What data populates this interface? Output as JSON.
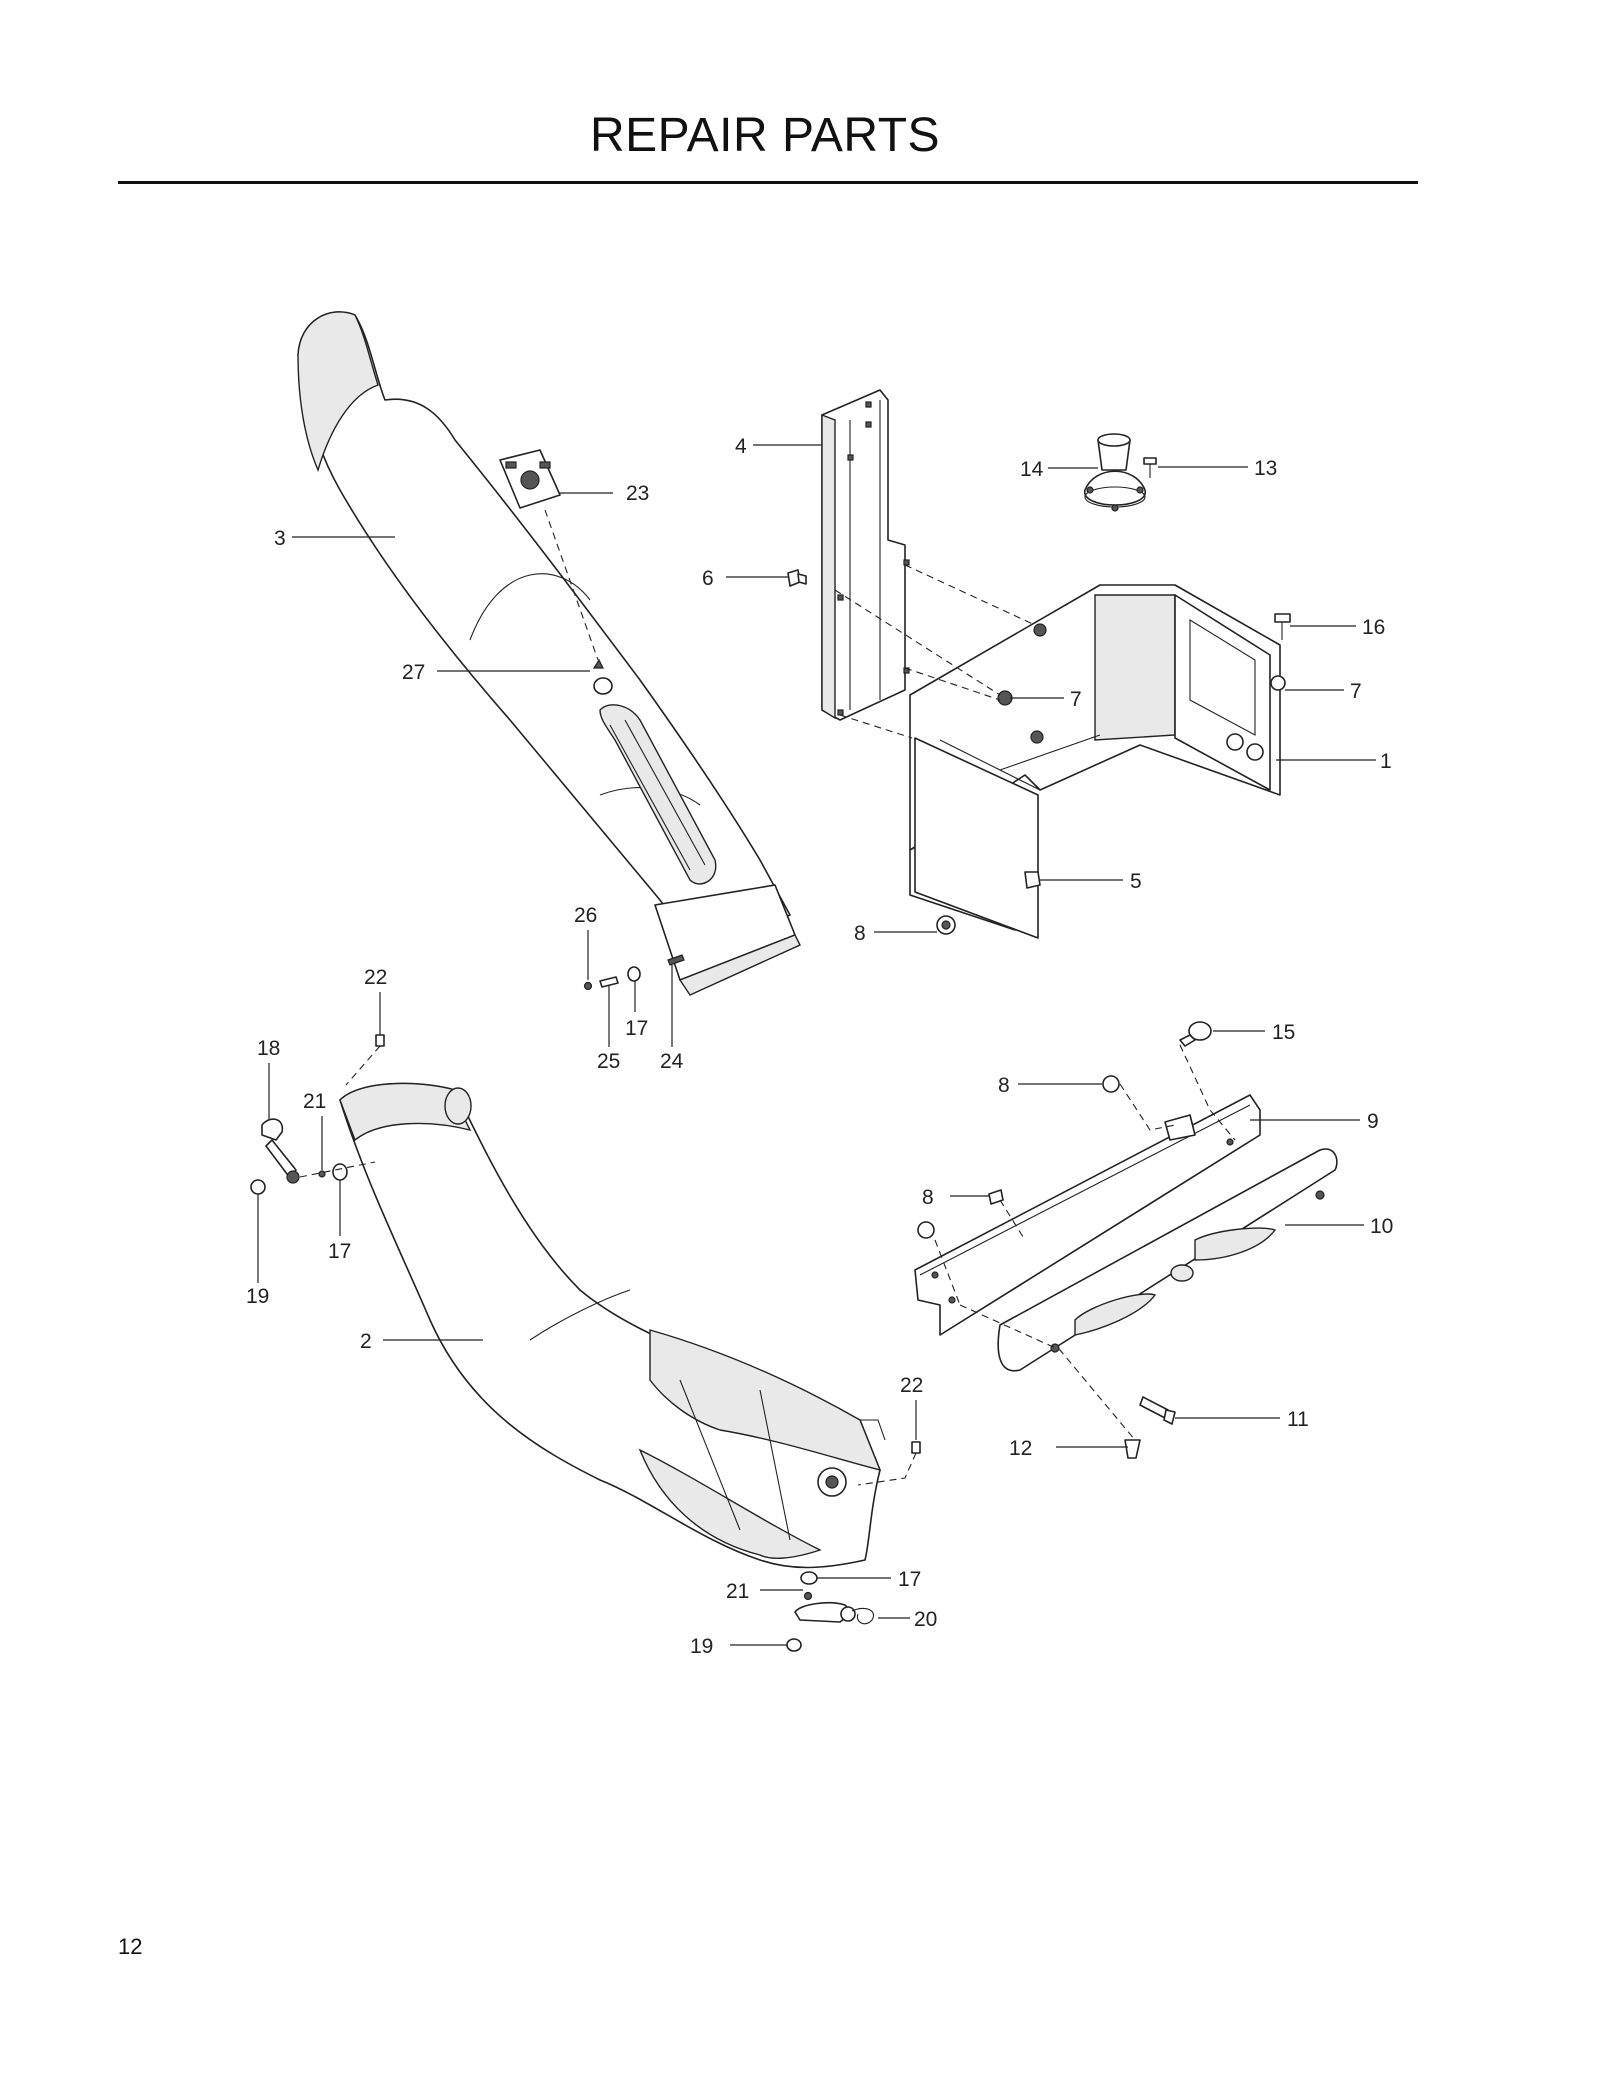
{
  "page": {
    "title": "REPAIR PARTS",
    "page_number": "12"
  },
  "callouts": [
    {
      "id": "c1",
      "label": "1"
    },
    {
      "id": "c2",
      "label": "2"
    },
    {
      "id": "c3",
      "label": "3"
    },
    {
      "id": "c4",
      "label": "4"
    },
    {
      "id": "c5",
      "label": "5"
    },
    {
      "id": "c6",
      "label": "6"
    },
    {
      "id": "c7a",
      "label": "7"
    },
    {
      "id": "c7b",
      "label": "7"
    },
    {
      "id": "c8a",
      "label": "8"
    },
    {
      "id": "c8b",
      "label": "8"
    },
    {
      "id": "c8c",
      "label": "8"
    },
    {
      "id": "c9",
      "label": "9"
    },
    {
      "id": "c10",
      "label": "10"
    },
    {
      "id": "c11",
      "label": "11"
    },
    {
      "id": "c12",
      "label": "12"
    },
    {
      "id": "c13",
      "label": "13"
    },
    {
      "id": "c14",
      "label": "14"
    },
    {
      "id": "c15",
      "label": "15"
    },
    {
      "id": "c16",
      "label": "16"
    },
    {
      "id": "c17a",
      "label": "17"
    },
    {
      "id": "c17b",
      "label": "17"
    },
    {
      "id": "c17c",
      "label": "17"
    },
    {
      "id": "c18",
      "label": "18"
    },
    {
      "id": "c19a",
      "label": "19"
    },
    {
      "id": "c19b",
      "label": "19"
    },
    {
      "id": "c20",
      "label": "20"
    },
    {
      "id": "c21a",
      "label": "21"
    },
    {
      "id": "c21b",
      "label": "21"
    },
    {
      "id": "c22a",
      "label": "22"
    },
    {
      "id": "c22b",
      "label": "22"
    },
    {
      "id": "c23",
      "label": "23"
    },
    {
      "id": "c24",
      "label": "24"
    },
    {
      "id": "c25",
      "label": "25"
    },
    {
      "id": "c26",
      "label": "26"
    },
    {
      "id": "c27",
      "label": "27"
    }
  ]
}
